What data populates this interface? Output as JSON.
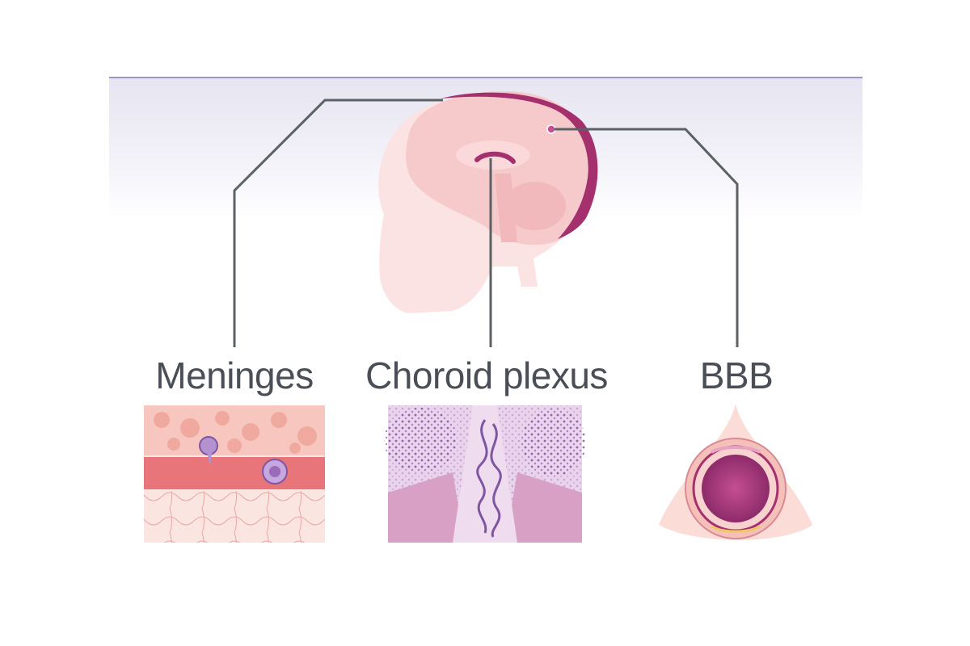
{
  "labels": {
    "meninges": "Meninges",
    "choroid_plexus": "Choroid plexus",
    "bbb": "BBB"
  },
  "colors": {
    "connector_line": "#5c6166",
    "band_top_line": "#9a97c4",
    "label_text": "#4a4f57",
    "brain": "#f6c9cb",
    "brain_edge": "#a4306e",
    "skull": "#fbe3e3",
    "vessel": "#e8757a",
    "tissue_purple": "#9a6bb9"
  }
}
